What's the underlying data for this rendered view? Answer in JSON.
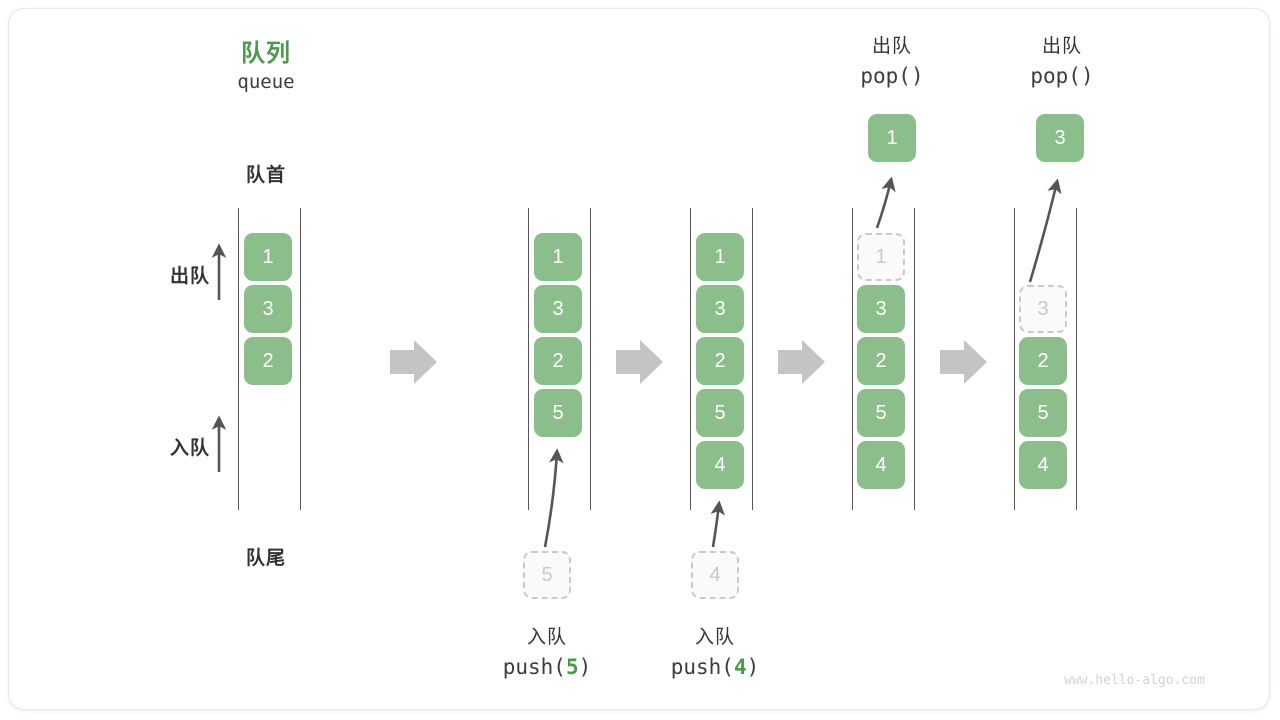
{
  "diagram": {
    "title_cn": "队列",
    "title_en": "queue",
    "head_label": "队首",
    "tail_label": "队尾",
    "dequeue_label": "出队",
    "enqueue_label": "入队",
    "watermark": "www.hello-algo.com",
    "accent_green": "#8CBE8C",
    "title_green": "#4C9A4C",
    "ghost_grey": "#c9c9c9",
    "arrow_grey": "#bdbdbd",
    "stroke_grey": "#555555"
  },
  "steps": [
    {
      "id": "initial",
      "items": [
        "1",
        "3",
        "2"
      ],
      "ghost": null,
      "popped": null,
      "caption_cn": null,
      "caption_code": null
    },
    {
      "id": "push-5",
      "items": [
        "1",
        "3",
        "2",
        "5"
      ],
      "ghost": {
        "value": "5",
        "position": "below"
      },
      "popped": null,
      "caption_cn": "入队",
      "caption_code": {
        "prefix": "push(",
        "arg": "5",
        "suffix": ")"
      }
    },
    {
      "id": "push-4",
      "items": [
        "1",
        "3",
        "2",
        "5",
        "4"
      ],
      "ghost": {
        "value": "4",
        "position": "below"
      },
      "popped": null,
      "caption_cn": "入队",
      "caption_code": {
        "prefix": "push(",
        "arg": "4",
        "suffix": ")"
      }
    },
    {
      "id": "pop-1",
      "items": [
        "3",
        "2",
        "5",
        "4"
      ],
      "ghost": {
        "value": "1",
        "position": "slot0"
      },
      "popped": {
        "value": "1"
      },
      "caption_cn": "出队",
      "caption_code": {
        "prefix": "pop(",
        "arg": "",
        "suffix": ")"
      }
    },
    {
      "id": "pop-3",
      "items": [
        "2",
        "5",
        "4"
      ],
      "ghost": {
        "value": "3",
        "position": "slot1"
      },
      "popped": {
        "value": "3"
      },
      "caption_cn": "出队",
      "caption_code": {
        "prefix": "pop(",
        "arg": "",
        "suffix": ")"
      }
    }
  ],
  "transitions": [
    "arrow-1",
    "arrow-2",
    "arrow-3",
    "arrow-4"
  ]
}
